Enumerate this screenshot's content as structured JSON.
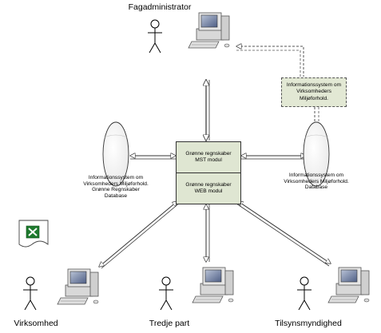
{
  "actors": {
    "fagadministrator": "Fagadministrator",
    "virksomhed": "Virksomhed",
    "tredje_part": "Tredje part",
    "tilsynsmyndighed": "Tilsynsmyndighed"
  },
  "modules": {
    "mst": [
      "Grønne regnskaber",
      "MST modul"
    ],
    "web": [
      "Grønne regnskaber",
      "WEB modul"
    ]
  },
  "external_system": [
    "Informationssystem om",
    "Virksomheders",
    "Miljøforhold."
  ],
  "databases": {
    "left": [
      "Informationssystem om",
      "Virksomheders Miljøforhold.",
      "Grønne Regnskaber",
      "Database"
    ],
    "right": [
      "Informationssystem om",
      "Virksomheders Miljøforhold.",
      "Database"
    ]
  },
  "colors": {
    "box_fill": "#dfe6d2",
    "excel_green": "#1e7a2e"
  },
  "icons": {
    "computer": "computer-icon",
    "person": "person-icon",
    "database": "database-icon",
    "spreadsheet": "excel-file-icon"
  }
}
